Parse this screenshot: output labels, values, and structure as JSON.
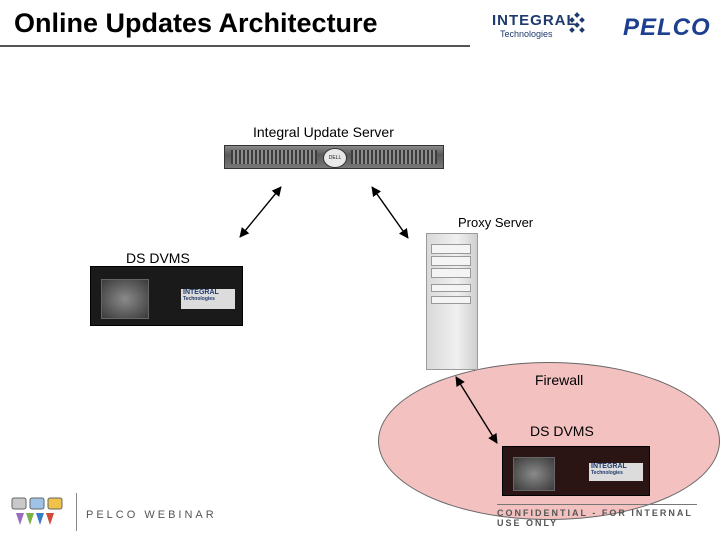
{
  "header": {
    "title": "Online Updates Architecture",
    "integral_logo": "INTEGRAL",
    "integral_logo_sub": "Technologies",
    "pelco_logo": "PELCO"
  },
  "diagram": {
    "nodes": {
      "update_server_label": "Integral Update Server",
      "proxy_server_label": "Proxy Server",
      "dvms_left_label": "DS DVMS",
      "firewall_label": "Firewall",
      "dvms_right_label": "DS DVMS",
      "server_badge": "DELL",
      "dvms_logo_text": "INTEGRAL",
      "dvms_logo_sub": "Technologies"
    },
    "colors": {
      "firewall_zone": "#f4c1c1",
      "arrow": "#000000"
    }
  },
  "footer": {
    "webinar": "PELCO WEBINAR",
    "confidential": "CONFIDENTIAL - FOR INTERNAL USE ONLY"
  }
}
